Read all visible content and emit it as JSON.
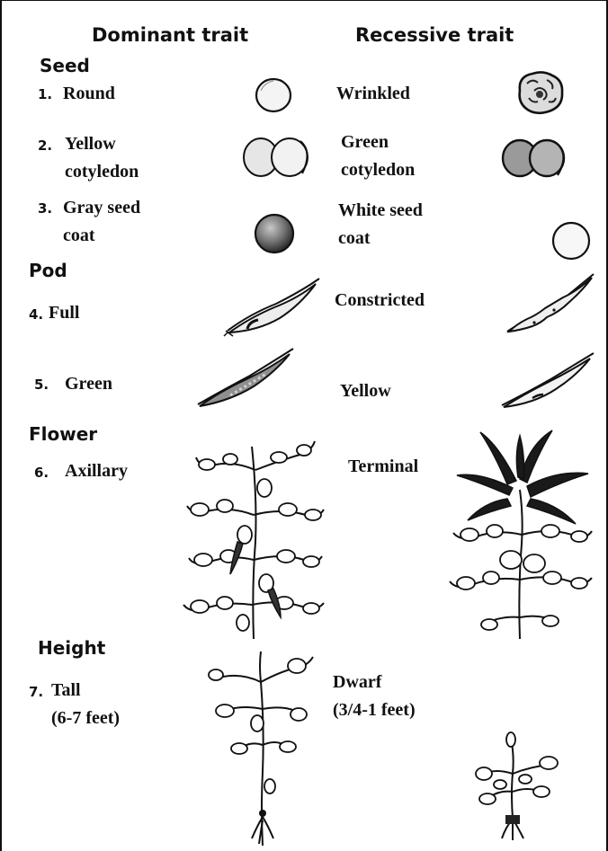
{
  "headers": {
    "dominant": "Dominant trait",
    "recessive": "Recessive trait"
  },
  "sections": {
    "seed": "Seed",
    "pod": "Pod",
    "flower": "Flower",
    "height": "Height"
  },
  "traits": [
    {
      "number": "1.",
      "dominant": "Round",
      "recessive": "Wrinkled"
    },
    {
      "number": "2.",
      "dominant": "Yellow\ncotyledon",
      "recessive": "Green\ncotyledon"
    },
    {
      "number": "3.",
      "dominant": "Gray seed\ncoat",
      "recessive": "White seed\ncoat"
    },
    {
      "number": "4.",
      "dominant": "Full",
      "recessive": "Constricted"
    },
    {
      "number": "5.",
      "dominant": "Green",
      "recessive": "Yellow"
    },
    {
      "number": "6.",
      "dominant": "Axillary",
      "recessive": "Terminal"
    },
    {
      "number": "7.",
      "dominant": "Tall\n(6-7 feet)",
      "recessive": "Dwarf\n(3/4-1 feet)"
    }
  ]
}
